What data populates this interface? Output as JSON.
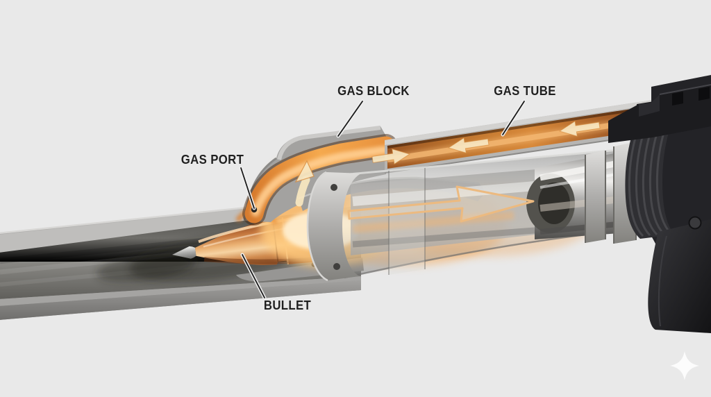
{
  "labels": {
    "gas_block": "GAS BLOCK",
    "gas_tube": "GAS TUBE",
    "gas_port": "GAS PORT",
    "bullet": "BULLET"
  },
  "arrows": {
    "gas_tube_flow_direction": "left",
    "gas_port_flow_direction": "up",
    "gas_block_exit_flow_direction": "right",
    "bullet_travel_direction": "right"
  },
  "watermark": {
    "icon": "sparkle-icon"
  },
  "colors": {
    "background": "#e9e9e9",
    "label_text": "#1f1f1f",
    "leader_line": "#1a1a1a",
    "gas_glow": "#f5a94e",
    "gas_arrow": "#f8e6c0",
    "copper_bullet": "#c97e48",
    "steel_gray": "#a5a4a2",
    "receiver_black": "#1d1d1f",
    "watermark": "#ffffff"
  }
}
